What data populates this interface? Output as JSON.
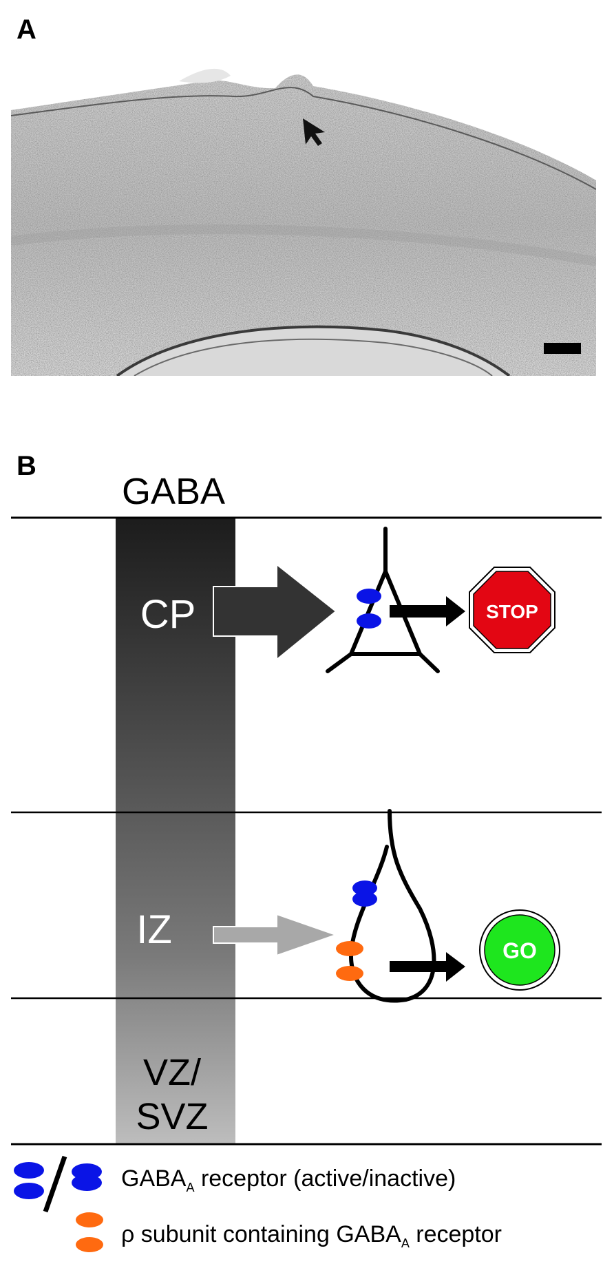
{
  "panel_a": {
    "label": "A"
  },
  "panel_b": {
    "label": "B",
    "gradient_title": "GABA",
    "zones": {
      "cp": "CP",
      "iz": "IZ",
      "vz_line1": "VZ/",
      "vz_line2": "SVZ"
    },
    "stop_sign": "STOP",
    "go_sign": "GO",
    "legend": {
      "receptor_main": "GABA",
      "receptor_sub": "A",
      "receptor_rest": " receptor (active/inactive)",
      "rho_main": "ρ subunit containing GABA",
      "rho_sub": "A",
      "rho_rest": " receptor"
    }
  },
  "colors": {
    "active_receptor": "#0a14e6",
    "rho_receptor": "#ff6a10",
    "stop_red": "#e30613",
    "go_green": "#1ee61e",
    "arrow_dark": "#333333",
    "arrow_light": "#a8a8a8"
  },
  "icons": {
    "pointer": "cursor-arrow-icon",
    "stop": "stop-sign-icon",
    "go": "go-sign-icon"
  }
}
